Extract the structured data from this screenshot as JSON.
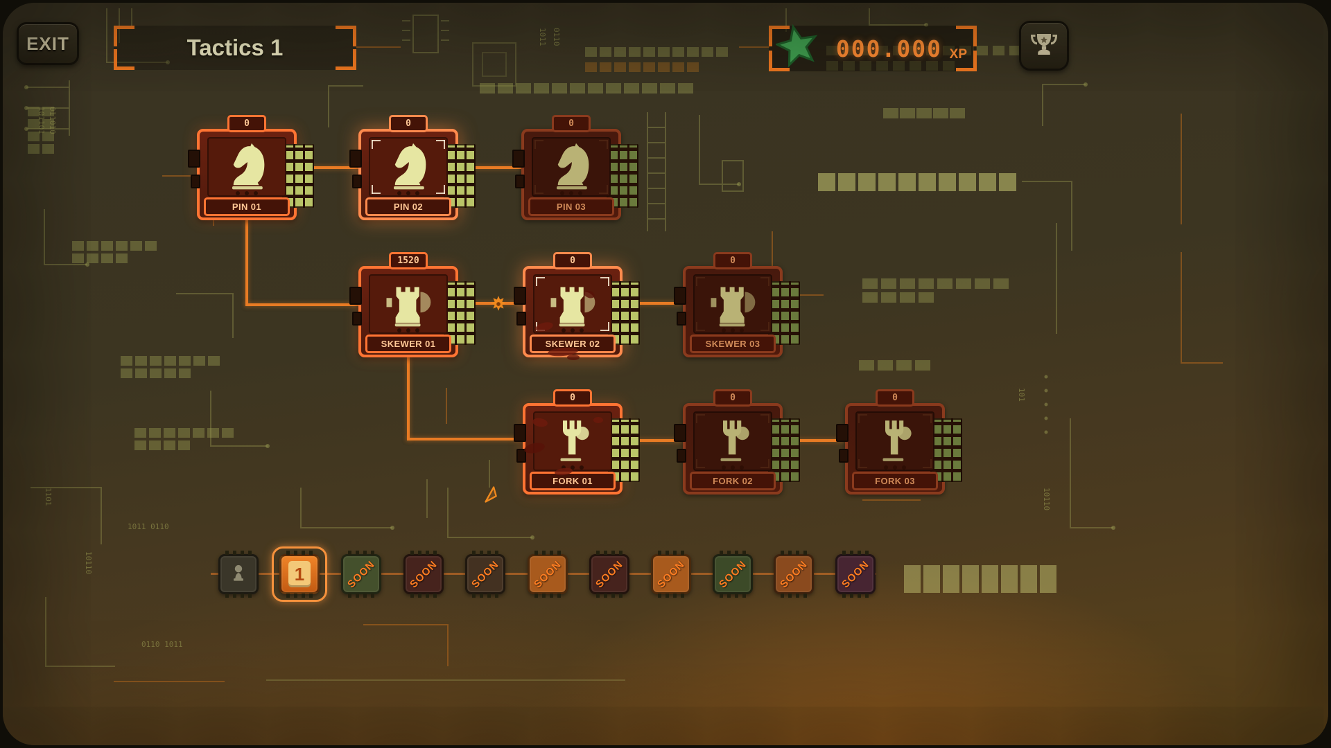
{
  "header": {
    "exit_label": "EXIT",
    "title": "Tactics 1",
    "xp": {
      "value": "000.000",
      "unit": "XP"
    }
  },
  "tree": {
    "nodes": [
      {
        "label": "PIN 01",
        "counter": "0",
        "piece": "knight",
        "state": "unlocked"
      },
      {
        "label": "PIN 02",
        "counter": "0",
        "piece": "knight",
        "state": "selected"
      },
      {
        "label": "PIN 03",
        "counter": "0",
        "piece": "knight",
        "state": "locked"
      },
      {
        "label": "SKEWER 01",
        "counter": "1520",
        "piece": "rook",
        "state": "completed"
      },
      {
        "label": "SKEWER 02",
        "counter": "0",
        "piece": "rook",
        "state": "selected"
      },
      {
        "label": "SKEWER 03",
        "counter": "0",
        "piece": "rook",
        "state": "locked"
      },
      {
        "label": "FORK 01",
        "counter": "0",
        "piece": "fork",
        "state": "unlocked"
      },
      {
        "label": "FORK 02",
        "counter": "0",
        "piece": "fork",
        "state": "locked"
      },
      {
        "label": "FORK 03",
        "counter": "0",
        "piece": "fork",
        "state": "locked"
      }
    ]
  },
  "chapter_bar": {
    "chips": [
      {
        "label": "",
        "type": "intro-pawn"
      },
      {
        "label": "1",
        "type": "current"
      },
      {
        "label": "SOON",
        "type": "soon"
      },
      {
        "label": "SOON",
        "type": "soon"
      },
      {
        "label": "SOON",
        "type": "soon"
      },
      {
        "label": "SOON",
        "type": "soon"
      },
      {
        "label": "SOON",
        "type": "soon"
      },
      {
        "label": "SOON",
        "type": "soon"
      },
      {
        "label": "SOON",
        "type": "soon"
      },
      {
        "label": "SOON",
        "type": "soon"
      },
      {
        "label": "SOON",
        "type": "soon"
      }
    ]
  },
  "colors": {
    "accent_orange": "#f07820",
    "pale_icon": "#e6e6a2",
    "trace_olive": "#9a9b52",
    "xp_green": "#3f9e4f"
  }
}
